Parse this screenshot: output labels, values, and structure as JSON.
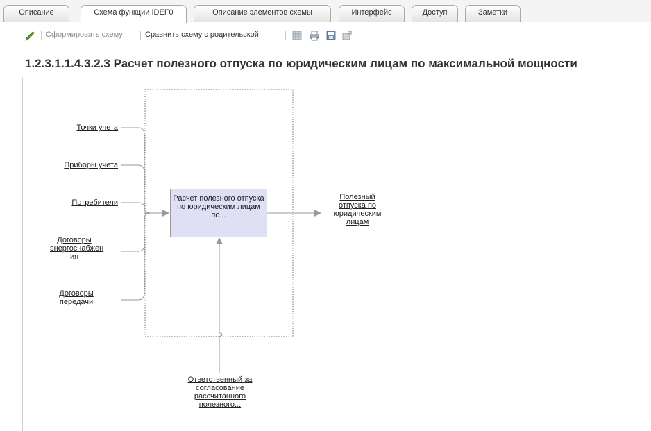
{
  "tabs": [
    {
      "label": "Описание"
    },
    {
      "label": "Схема функции IDEF0"
    },
    {
      "label": "Описание элементов схемы"
    },
    {
      "label": "Интерфейс"
    },
    {
      "label": "Доступ"
    },
    {
      "label": "Заметки"
    }
  ],
  "active_tab": "Схема функции IDEF0",
  "toolbar": {
    "build_label": "Сформировать схему",
    "compare_label": "Сравнить схему с родительской",
    "icons": [
      "pencil-icon",
      "grid-icon",
      "print-icon",
      "save-icon",
      "export-icon"
    ]
  },
  "diagram": {
    "title": "1.2.3.1.1.4.3.2.3 Расчет полезного отпуска по юридическим лицам по максимальной мощности",
    "function_block": "Расчет полезного отпуска по юридическим лицам по...",
    "inputs": [
      "Точки учета",
      "Приборы учета",
      "Потребители",
      "Договоры энергоснабжен ия",
      "Договоры передачи"
    ],
    "output": "Полезный отпуска по юридическим лицам",
    "mechanism": "Ответственный за согласование рассчитанного полезного..."
  },
  "colors": {
    "block_fill": "#dfe0f4",
    "line": "#9a9a9a",
    "dotted_frame": "#8a8a8a"
  }
}
